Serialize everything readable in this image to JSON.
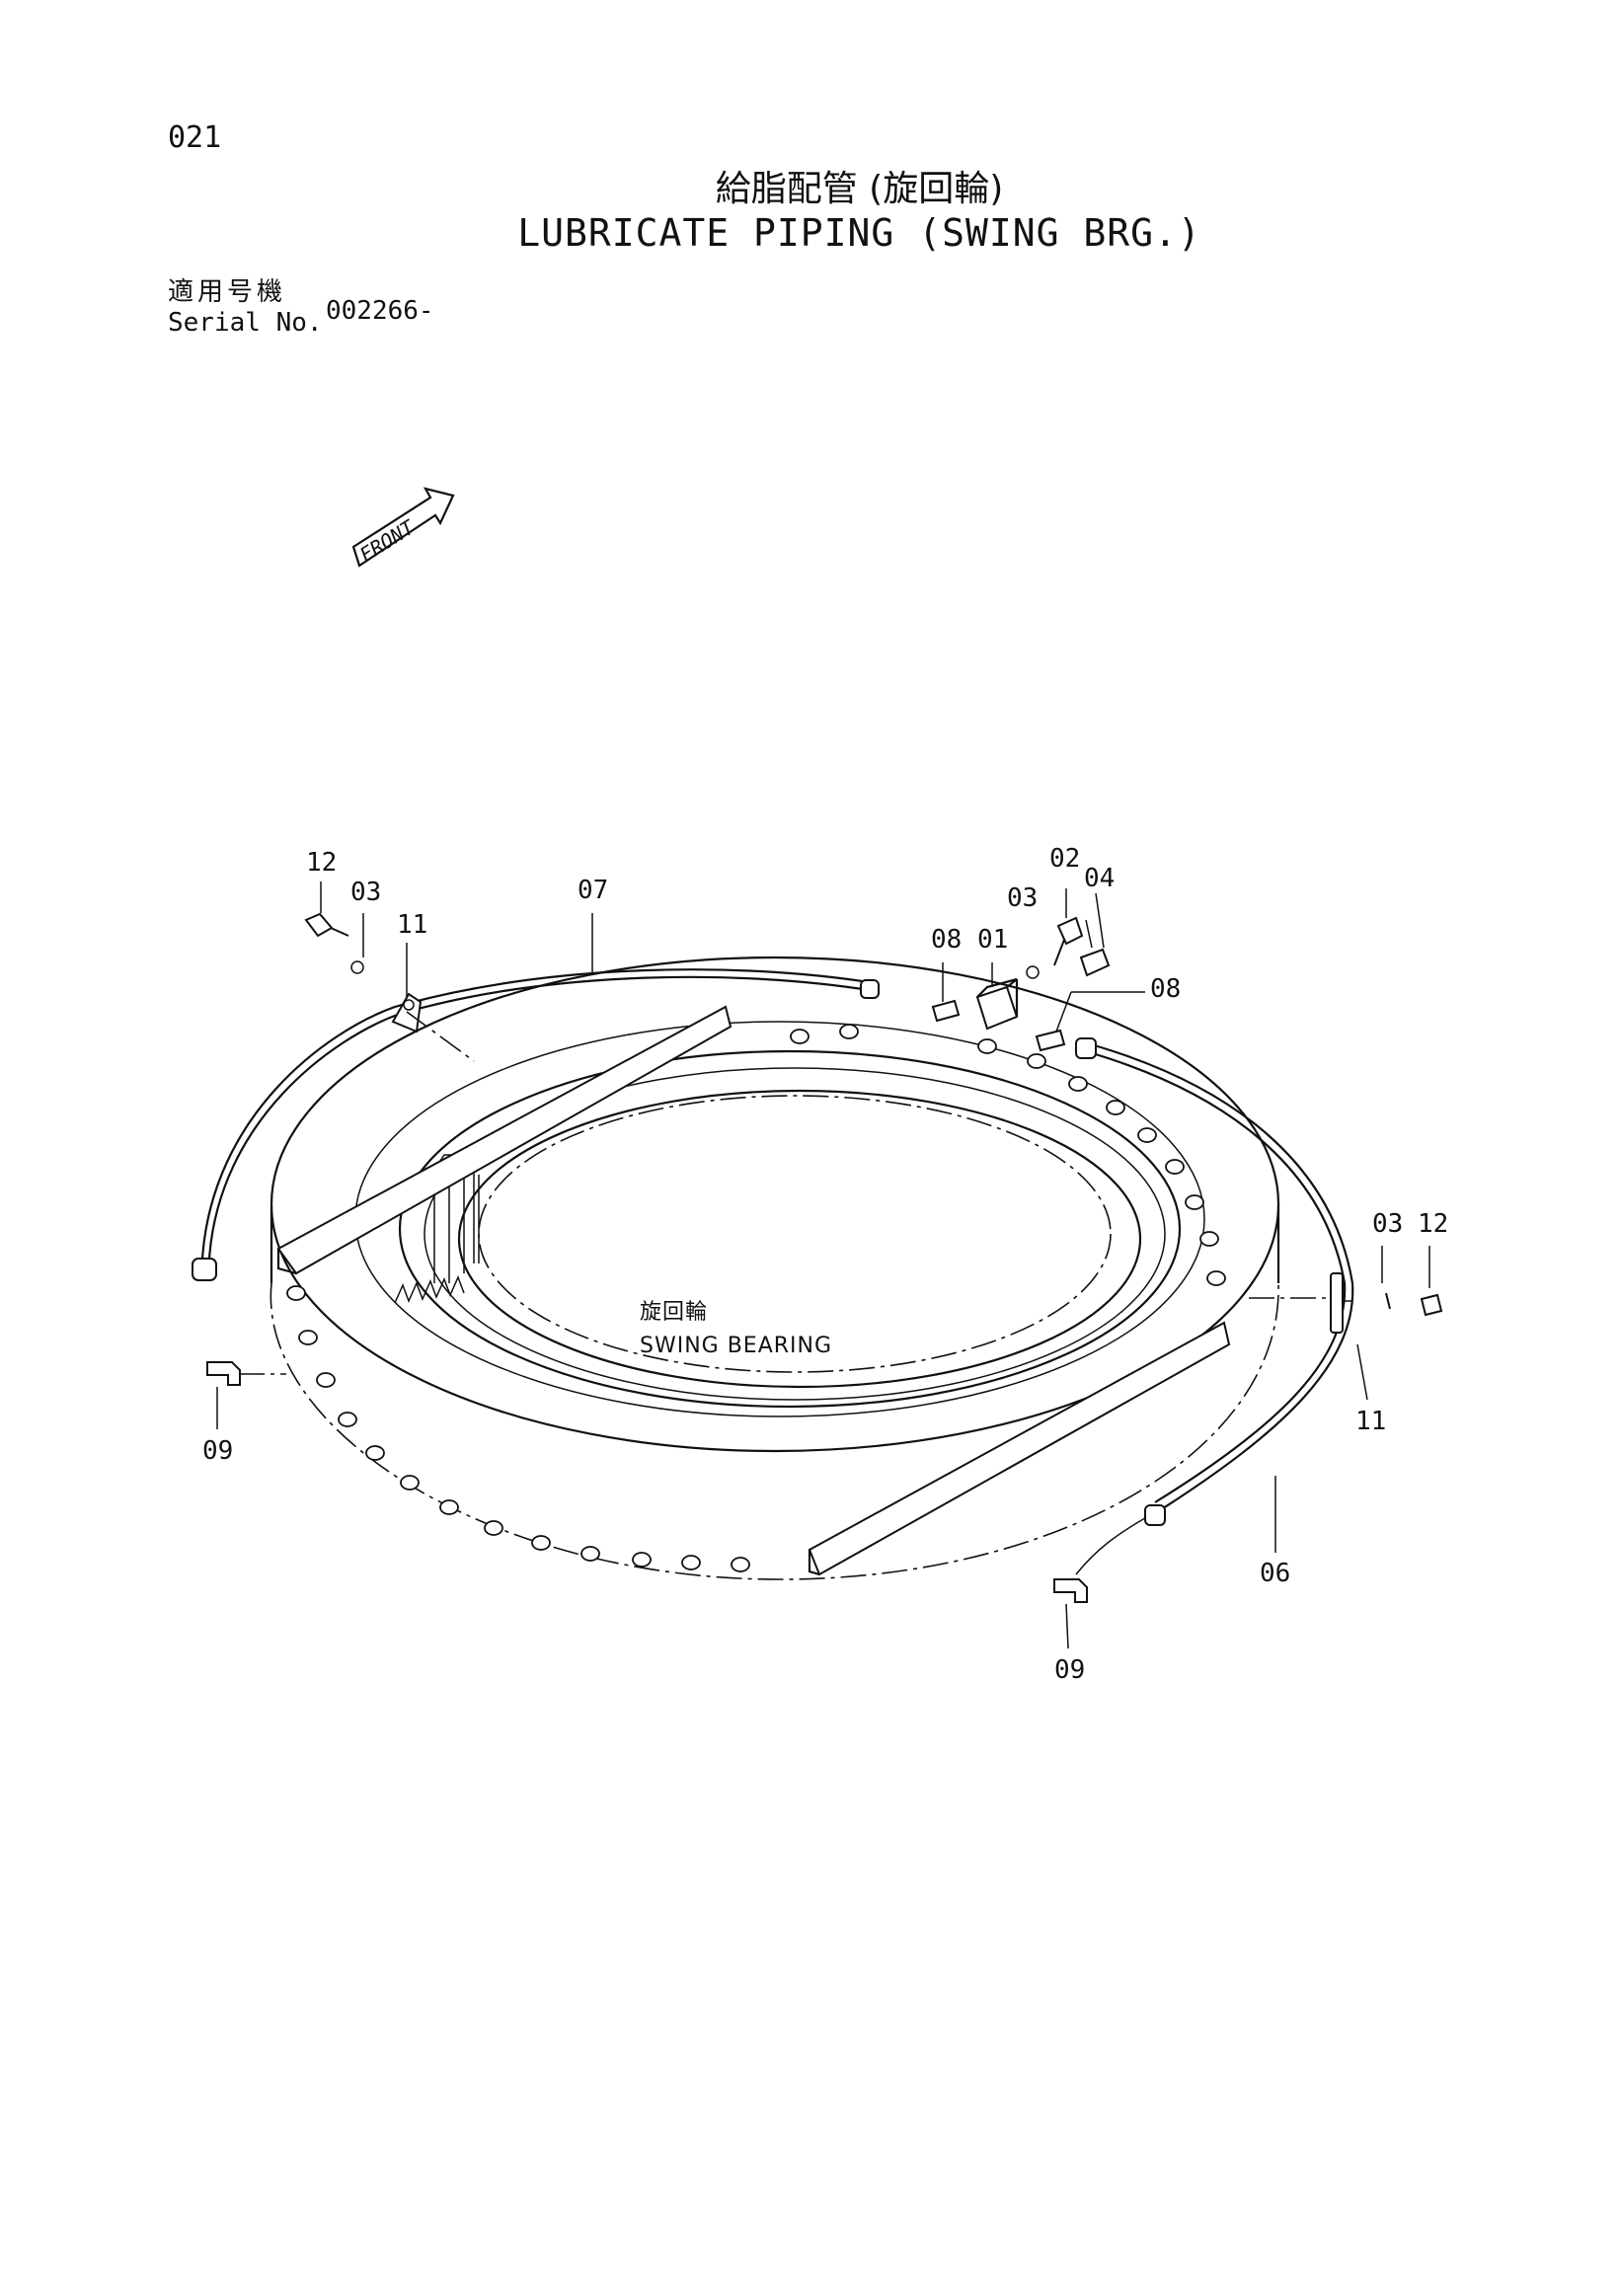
{
  "header": {
    "page_number": "021",
    "title_jp": "給脂配管 (旋回輪)",
    "title_en": "LUBRICATE PIPING (SWING BRG.)",
    "serial_label_jp": "適用号機",
    "serial_label_en": "Serial No.",
    "serial_value": "002266-"
  },
  "diagram": {
    "front_marker": "FRONT",
    "center_label_jp": "旋回輪",
    "center_label_en": "SWING BEARING",
    "callouts": {
      "c12a": "12",
      "c03a": "03",
      "c11a": "11",
      "c07": "07",
      "c02": "02",
      "c03b": "03",
      "c04": "04",
      "c08a": "08",
      "c01": "01",
      "c08b": "08",
      "c03c": "03",
      "c12b": "12",
      "c11b": "11",
      "c09a": "09",
      "c06": "06",
      "c09b": "09"
    }
  }
}
